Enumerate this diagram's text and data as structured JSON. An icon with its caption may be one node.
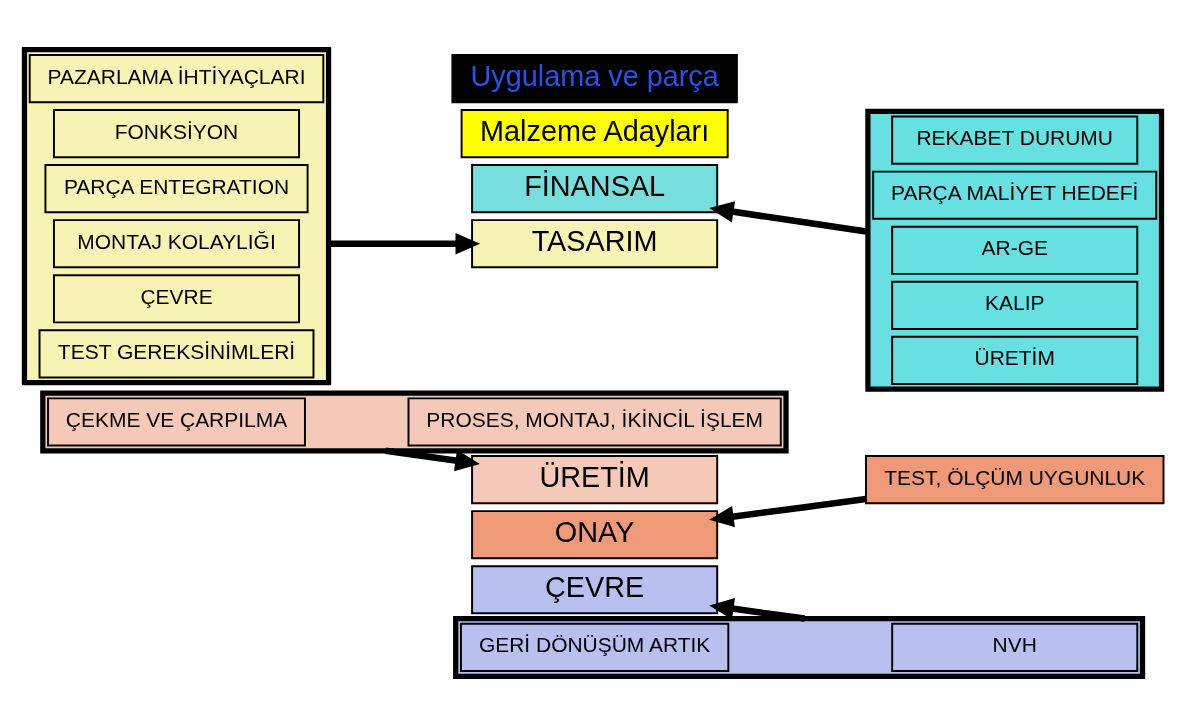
{
  "diagram": {
    "nodes": [
      {
        "text": [
          "Uygulama ve parça"
        ]
      },
      {
        "text": [
          "Malzeme Adayları"
        ]
      },
      {
        "text": [],
        "shape": "box"
      },
      {
        "text": [
          "PAZARLAMA İHTİYAÇLARI"
        ],
        "in": 2
      },
      {
        "text": [
          "FONKSİYON"
        ],
        "in": 2
      },
      {
        "text": [
          "PARÇA ENTEGRATION"
        ],
        "in": 2
      },
      {
        "text": [
          "MONTAJ KOLAYLIĞI"
        ],
        "in": 2
      },
      {
        "text": [
          "ÇEVRE"
        ],
        "in": 2
      },
      {
        "text": [
          "TEST GEREKSİNİMLERİ"
        ],
        "in": 2
      },
      {
        "text": [],
        "shape": "box"
      },
      {
        "text": [
          "REKABET DURUMU"
        ],
        "in": 9
      },
      {
        "text": [
          "PARÇA MALİYET HEDEFİ"
        ],
        "in": 9
      },
      {
        "text": [
          "AR-GE"
        ],
        "in": 9
      },
      {
        "text": [
          "KALIP"
        ],
        "in": 9
      },
      {
        "text": [
          "ÜRETİM"
        ],
        "in": 9
      },
      {
        "text": [
          "FİNANSAL"
        ]
      },
      {
        "text": [
          "TASARIM"
        ]
      },
      {
        "text": [
          "ÜRETİM"
        ]
      },
      {
        "text": [
          "ONAY"
        ]
      },
      {
        "text": [
          "ÇEVRE"
        ]
      },
      {
        "text": [
          "TEST, ÖLÇÜM UYGUNLUK"
        ]
      },
      {
        "text": [],
        "shape": "box"
      },
      {
        "text": [
          "ÇEKME VE ÇARPILMA"
        ],
        "in": 21
      },
      {
        "text": [
          "PROSES, MONTAJ, İKİNCİL İŞLEM"
        ],
        "in": 21
      },
      {
        "text": [],
        "shape": "box"
      },
      {
        "text": [
          "GERİ DÖNÜŞÜM ARTIK"
        ],
        "in": 24
      },
      {
        "text": [
          "NVH"
        ],
        "in": 24
      }
    ],
    "edges": [
      {
        "from": 2,
        "to": 16,
        "arrow": "to"
      },
      {
        "from": 9,
        "to": 15,
        "arrow": "to"
      },
      {
        "from": 21,
        "to": 17,
        "arrow": "to"
      },
      {
        "from": 20,
        "to": 18,
        "arrow": "to"
      },
      {
        "from": 24,
        "to": 19,
        "arrow": "to"
      }
    ]
  }
}
